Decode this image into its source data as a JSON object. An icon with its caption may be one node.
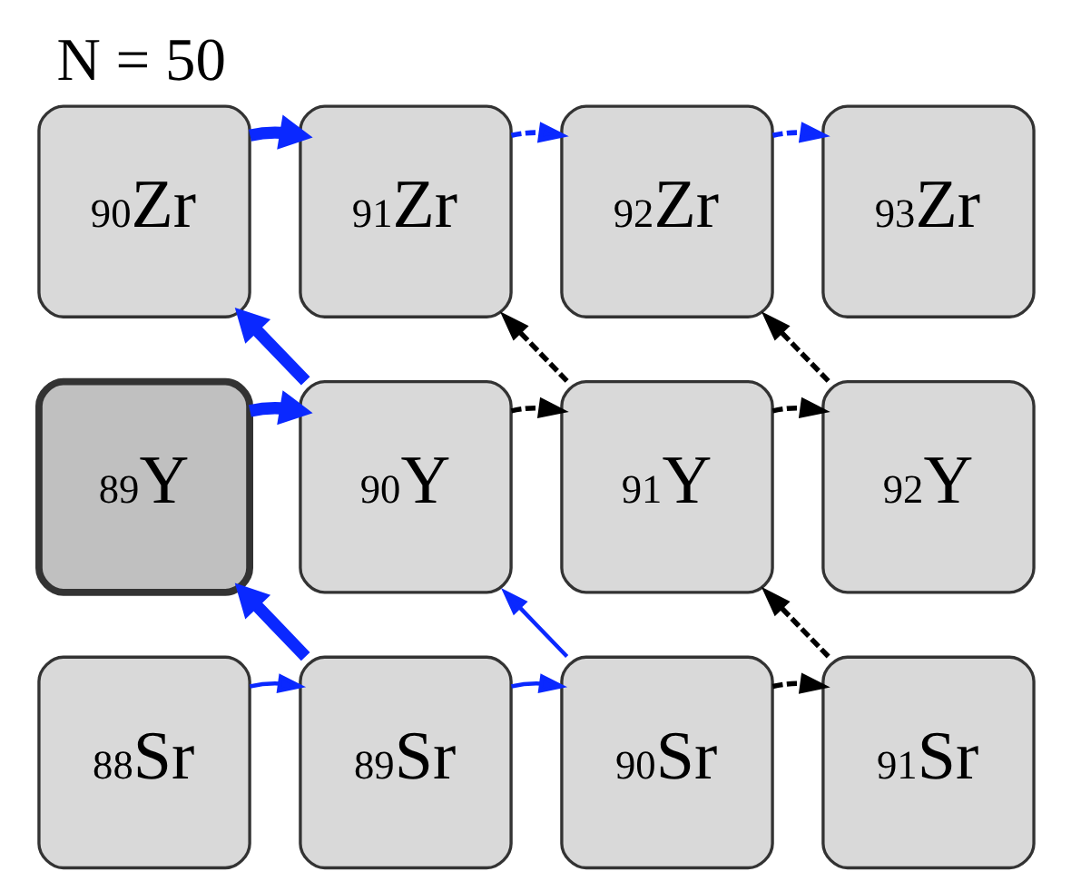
{
  "diagram": {
    "title": "N = 50",
    "nodes": [
      {
        "text": [
          "$^{90}$Zr"
        ]
      },
      {
        "text": [
          "$^{91}$Zr"
        ]
      },
      {
        "text": [
          "$^{92}$Zr"
        ]
      },
      {
        "text": [
          "$^{93}$Zr"
        ]
      },
      {
        "text": [
          "$^{89}$Y"
        ]
      },
      {
        "text": [
          "$^{90}$Y"
        ]
      },
      {
        "text": [
          "$^{91}$Y"
        ]
      },
      {
        "text": [
          "$^{92}$Y"
        ]
      },
      {
        "text": [
          "$^{88}$Sr"
        ]
      },
      {
        "text": [
          "$^{89}$Sr"
        ]
      },
      {
        "text": [
          "$^{90}$Sr"
        ]
      },
      {
        "text": [
          "$^{91}$Sr"
        ]
      }
    ],
    "edges": [
      {
        "from": 0,
        "to": 1,
        "arrow": "to",
        "style": "thick"
      },
      {
        "from": 1,
        "to": 2,
        "arrow": "to",
        "style": "dashed"
      },
      {
        "from": 2,
        "to": 3,
        "arrow": "to",
        "style": "dashed"
      },
      {
        "from": 5,
        "to": 0,
        "arrow": "to",
        "style": "thick"
      },
      {
        "from": 6,
        "to": 1,
        "arrow": "to",
        "style": "dashed",
        "color": "#000000"
      },
      {
        "from": 7,
        "to": 2,
        "arrow": "to",
        "style": "dashed",
        "color": "#000000"
      },
      {
        "from": 4,
        "to": 5,
        "arrow": "to",
        "style": "thick"
      },
      {
        "from": 5,
        "to": 6,
        "arrow": "to",
        "style": "dashed",
        "color": "#000000"
      },
      {
        "from": 6,
        "to": 7,
        "arrow": "to",
        "style": "dashed",
        "color": "#000000"
      },
      {
        "from": 9,
        "to": 4,
        "arrow": "to",
        "style": "thick"
      },
      {
        "from": 10,
        "to": 5,
        "arrow": "to"
      },
      {
        "from": 11,
        "to": 6,
        "arrow": "to",
        "style": "dashed",
        "color": "#000000"
      },
      {
        "from": 8,
        "to": 9,
        "arrow": "to"
      },
      {
        "from": 9,
        "to": 10,
        "arrow": "to"
      },
      {
        "from": 10,
        "to": 11,
        "arrow": "to",
        "style": "dashed",
        "color": "#000000"
      }
    ]
  }
}
